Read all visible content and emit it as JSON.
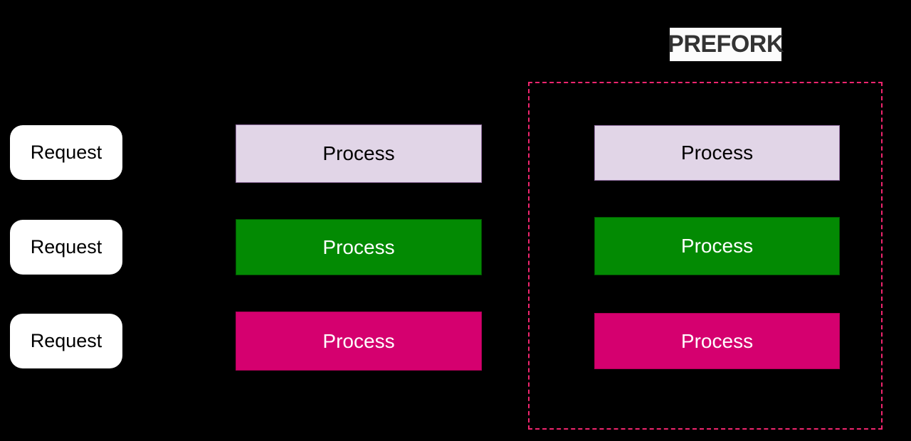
{
  "title": {
    "label": "PREFORK"
  },
  "colors": {
    "background": "#000000",
    "request-fill": "#ffffff",
    "request-text": "#000000",
    "lavender-fill": "#e1d5e7",
    "lavender-border": "#9673a6",
    "lavender-text": "#000000",
    "green-fill": "#038a03",
    "green-border": "#005700",
    "green-text": "#ffffff",
    "pink-fill": "#d5006f",
    "pink-border": "#b00058",
    "pink-text": "#ffffff",
    "dash-color": "#f0256e",
    "title-fill": "#fcfcfc",
    "title-text": "#333333"
  },
  "requests": [
    {
      "label": "Request"
    },
    {
      "label": "Request"
    },
    {
      "label": "Request"
    }
  ],
  "middle_processes": [
    {
      "label": "Process",
      "variant": "lavender"
    },
    {
      "label": "Process",
      "variant": "green"
    },
    {
      "label": "Process",
      "variant": "pink"
    }
  ],
  "prefork_processes": [
    {
      "label": "Process",
      "variant": "lavender"
    },
    {
      "label": "Process",
      "variant": "green"
    },
    {
      "label": "Process",
      "variant": "pink"
    }
  ]
}
